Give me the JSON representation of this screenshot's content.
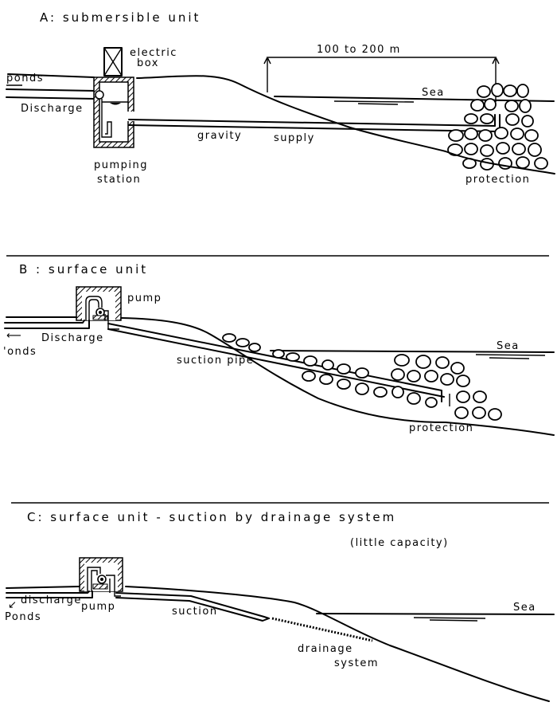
{
  "panels": [
    {
      "id": "A",
      "title": "A: submersible unit",
      "labels": {
        "electric_box": [
          "electric",
          "box"
        ],
        "ponds": "ponds",
        "discharge": "Discharge",
        "pumping_station": [
          "pumping",
          "station"
        ],
        "gravity": "gravity",
        "supply": "supply",
        "distance": "100   to 200 m",
        "sea": "Sea",
        "protection": "protection"
      }
    },
    {
      "id": "B",
      "title": "B : surface unit",
      "labels": {
        "pump": "pump",
        "discharge": "Discharge",
        "ponds": "'onds",
        "suction_pipe": "suction pipe",
        "sea": "Sea",
        "protection": "protection"
      }
    },
    {
      "id": "C",
      "title": "C: surface unit -  suction by drainage   system",
      "subtitle": "(little  capacity)",
      "labels": {
        "discharge": "discharge",
        "ponds": "Ponds",
        "pump": "pump",
        "suction": "suction",
        "drainage_system": [
          "drainage",
          "system"
        ],
        "sea": "Sea"
      }
    }
  ]
}
